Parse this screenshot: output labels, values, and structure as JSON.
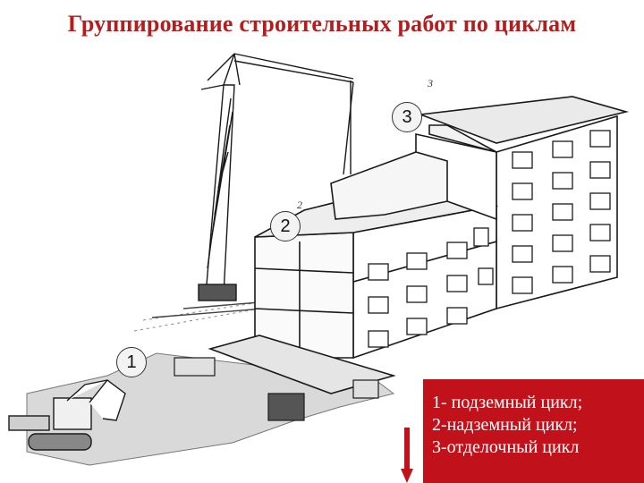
{
  "title": "Группирование строительных работ по циклам",
  "badges": [
    "1",
    "2",
    "3"
  ],
  "sketch_labels": [
    "3",
    "2"
  ],
  "legend": {
    "lines": [
      "1- подземный цикл;",
      "2-надземный цикл;",
      "3-отделочный цикл"
    ],
    "background": "#c1121c",
    "text_color": "#ffffff"
  },
  "colors": {
    "title": "#b71c1c",
    "arrow": "#c1121c",
    "ink": "#1a1a1a"
  },
  "icons": [
    "tower-crane-icon",
    "excavator-icon",
    "down-arrow-icon"
  ]
}
